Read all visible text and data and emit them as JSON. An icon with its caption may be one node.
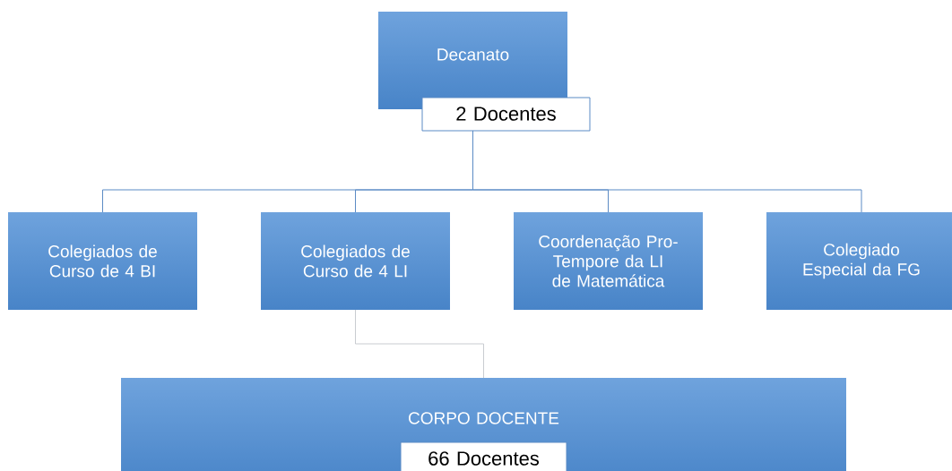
{
  "diagram": {
    "nodes": [
      {
        "text": [
          "Decanato"
        ]
      },
      {
        "text": [
          "2 Docentes"
        ]
      },
      {
        "text": [
          "Colegiados de Curso de 4 BI"
        ]
      },
      {
        "text": [
          "Colegiados de Curso de 4 LI"
        ]
      },
      {
        "text": [
          "Coordenação Pro-Tempore da LI de Matemática"
        ]
      },
      {
        "text": [
          "Colegiado Especial da FG"
        ]
      },
      {
        "text": [
          "CORPO DOCENTE"
        ]
      },
      {
        "text": [
          "66 Docentes"
        ],
        "in": 6
      }
    ],
    "edges": [
      {
        "from": 1,
        "to": 2,
        "arrow": "none"
      },
      {
        "from": 1,
        "to": 3,
        "arrow": "none"
      },
      {
        "from": 1,
        "to": 4,
        "arrow": "none"
      },
      {
        "from": 1,
        "to": 5,
        "arrow": "none"
      },
      {
        "from": 3,
        "to": 6,
        "arrow": "none",
        "color": "#c9ccd1"
      }
    ]
  }
}
